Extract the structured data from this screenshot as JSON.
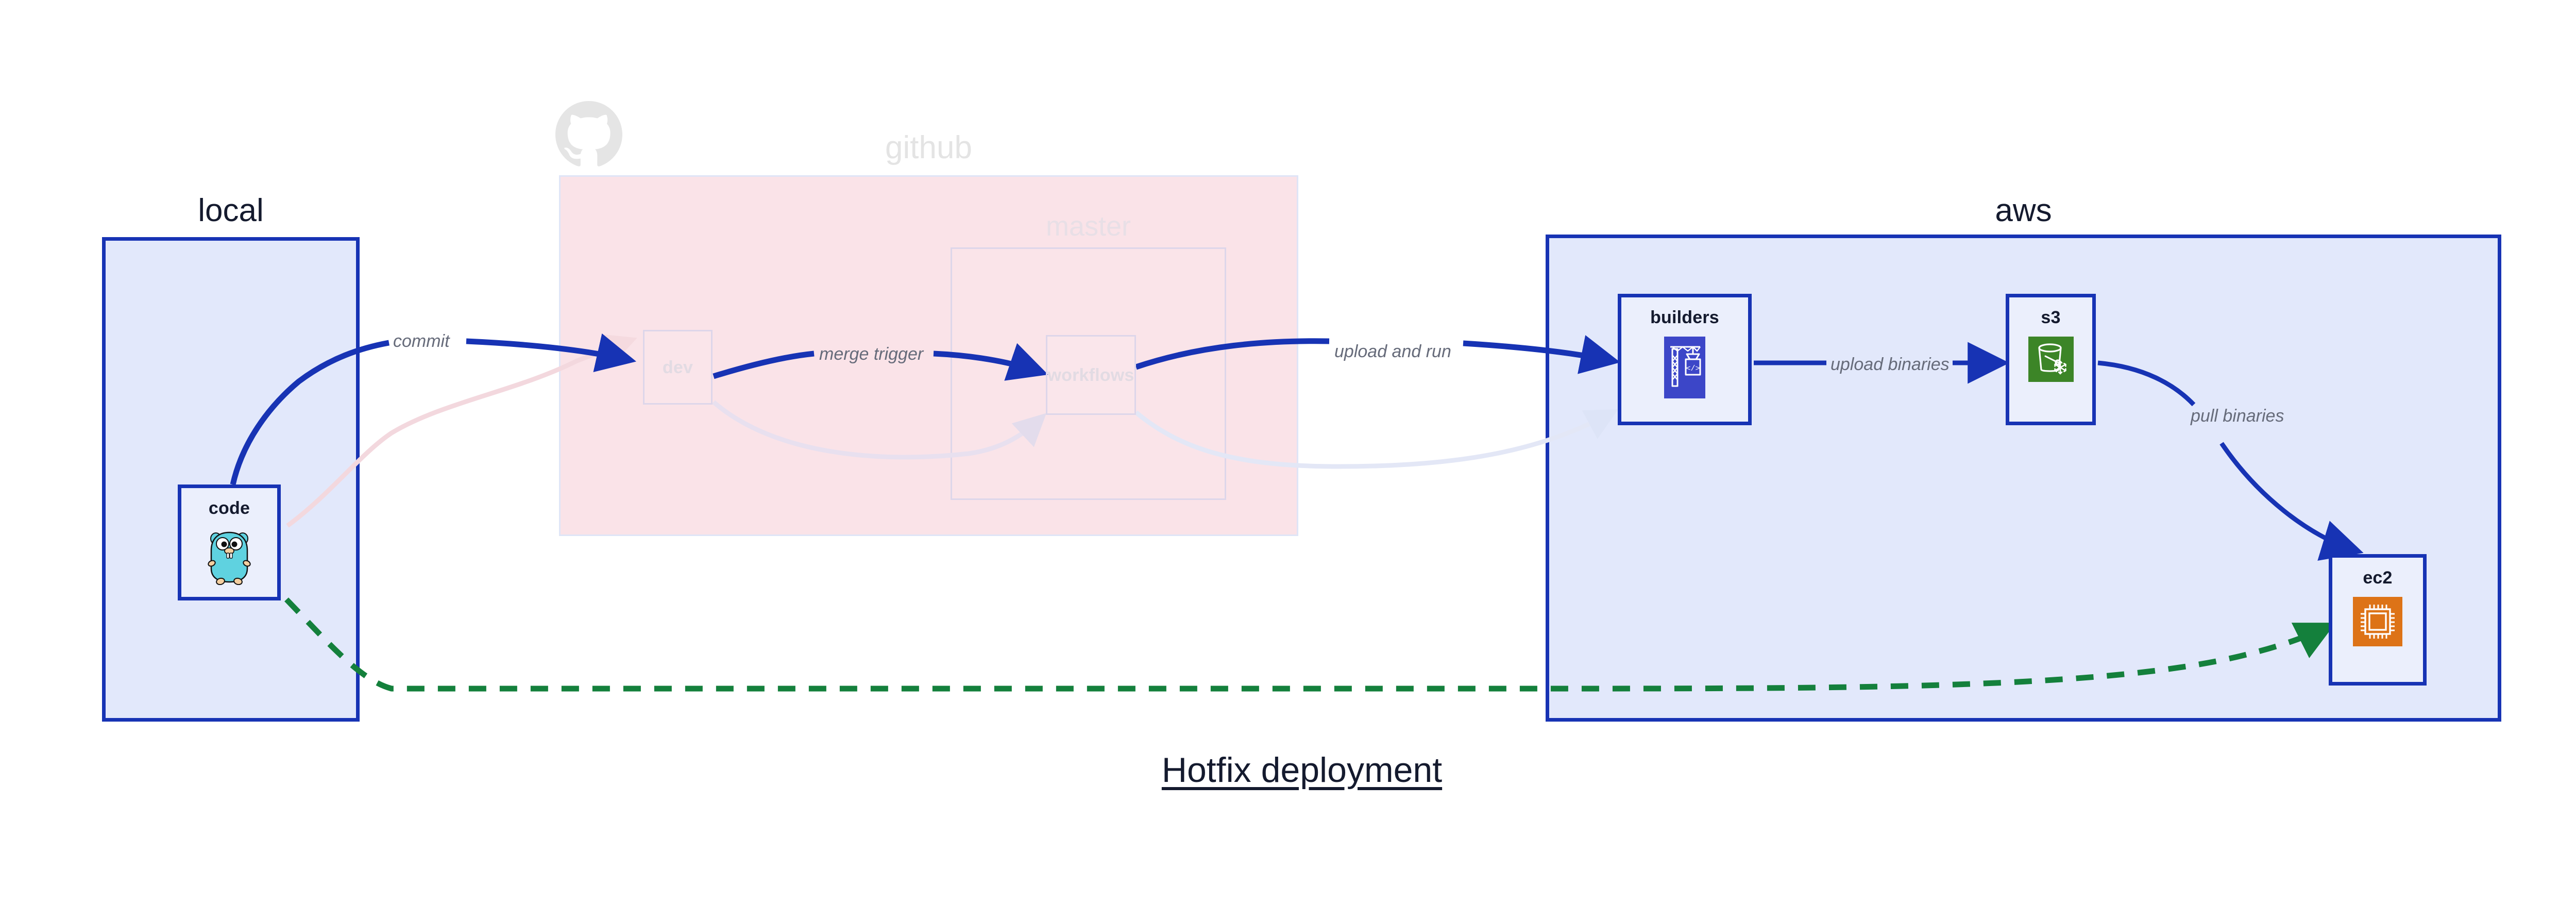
{
  "title": "Hotfix deployment",
  "clusters": [
    {
      "id": "local",
      "label": "local"
    },
    {
      "id": "github",
      "label": "github"
    },
    {
      "id": "master",
      "label": "master"
    },
    {
      "id": "aws",
      "label": "aws"
    }
  ],
  "nodes": [
    {
      "id": "code",
      "label": "code",
      "icon": "go-gopher-icon",
      "cluster": "local"
    },
    {
      "id": "dev",
      "label": "dev",
      "icon": "none",
      "cluster": "github"
    },
    {
      "id": "workflows",
      "label": "workflows",
      "icon": "none",
      "cluster": "master"
    },
    {
      "id": "builders",
      "label": "builders",
      "icon": "aws-codebuild-icon",
      "cluster": "aws"
    },
    {
      "id": "s3",
      "label": "s3",
      "icon": "aws-s3-glacier-icon",
      "cluster": "aws"
    },
    {
      "id": "ec2",
      "label": "ec2",
      "icon": "aws-ec2-chip-icon",
      "cluster": "aws"
    }
  ],
  "edges": [
    {
      "id": "commit",
      "from": "code",
      "to": "dev",
      "label": "commit",
      "style": "solid",
      "color": "#1733b4"
    },
    {
      "id": "merge-trigger",
      "from": "dev",
      "to": "workflows",
      "label": "merge trigger",
      "style": "solid",
      "color": "#1733b4"
    },
    {
      "id": "upload-and-run",
      "from": "workflows",
      "to": "builders",
      "label": "upload and run",
      "style": "solid",
      "color": "#1733b4"
    },
    {
      "id": "upload-binaries",
      "from": "builders",
      "to": "s3",
      "label": "upload binaries",
      "style": "solid",
      "color": "#1733b4"
    },
    {
      "id": "pull-binaries",
      "from": "s3",
      "to": "ec2",
      "label": "pull binaries",
      "style": "solid",
      "color": "#1733b4"
    },
    {
      "id": "hotfix-direct",
      "from": "code",
      "to": "ec2",
      "label": "",
      "style": "dashed",
      "color": "#14803c"
    }
  ],
  "colors": {
    "local_fill": "#e2e8fb",
    "local_stroke": "#1733b4",
    "github_fill": "#fae3e8",
    "aws_fill": "#e2e8fb",
    "aws_stroke": "#1733b4",
    "edge_blue": "#1733b4",
    "edge_green": "#14803c",
    "label_gray": "#666b7a",
    "codebuild_bg": "#3c46c8",
    "s3_bg": "#3c8527",
    "ec2_bg": "#dd7317",
    "gopher_body": "#5fd2e0",
    "title_color": "#141a2e"
  },
  "github_logo": "github-octocat-icon"
}
